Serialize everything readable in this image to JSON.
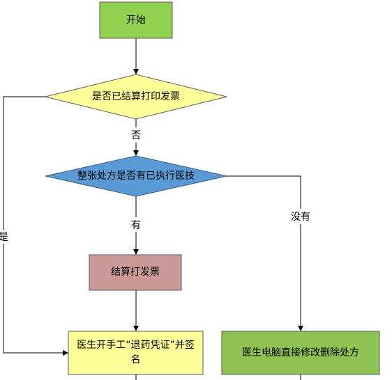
{
  "nodes": {
    "start": {
      "text": "开始",
      "fill": "#92d050"
    },
    "decision_invoiced": {
      "text": "是否已结算打印发票",
      "fill": "#ffff99"
    },
    "decision_executed": {
      "text": "整张处方是否有已执行医技",
      "fill": "#5b9bd5"
    },
    "settle_invoice": {
      "text": "结算打发票",
      "fill": "#cc9999"
    },
    "manual_refund": {
      "text": "医生开手工“退药凭证”并签名",
      "fill": "#ffff99"
    },
    "delete_prescription": {
      "text": "医生电脑直接修改删除处方",
      "fill": "#8fc153"
    }
  },
  "edge_labels": {
    "no": "否",
    "has": "有",
    "none": "没有",
    "yes": "是"
  },
  "colors": {
    "line": "#000000",
    "box_border": "#5a5a5a"
  }
}
